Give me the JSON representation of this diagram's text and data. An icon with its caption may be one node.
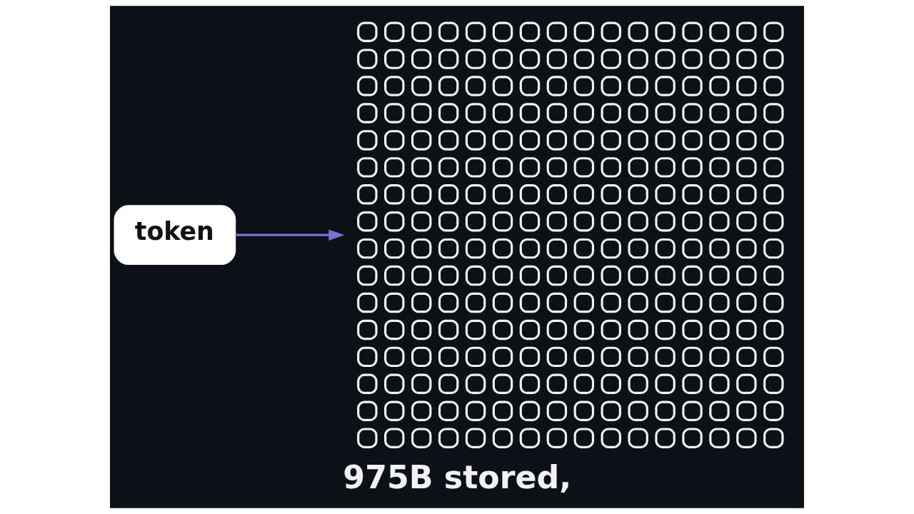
{
  "diagram": {
    "caption": "975B stored,",
    "nodes": [
      {
        "text": [
          "token"
        ]
      },
      {
        "text": [],
        "shape": "grid"
      }
    ],
    "edges": [
      {
        "from": 0,
        "to": 1,
        "arrow": "to",
        "color": "#7b6fd9"
      }
    ]
  }
}
